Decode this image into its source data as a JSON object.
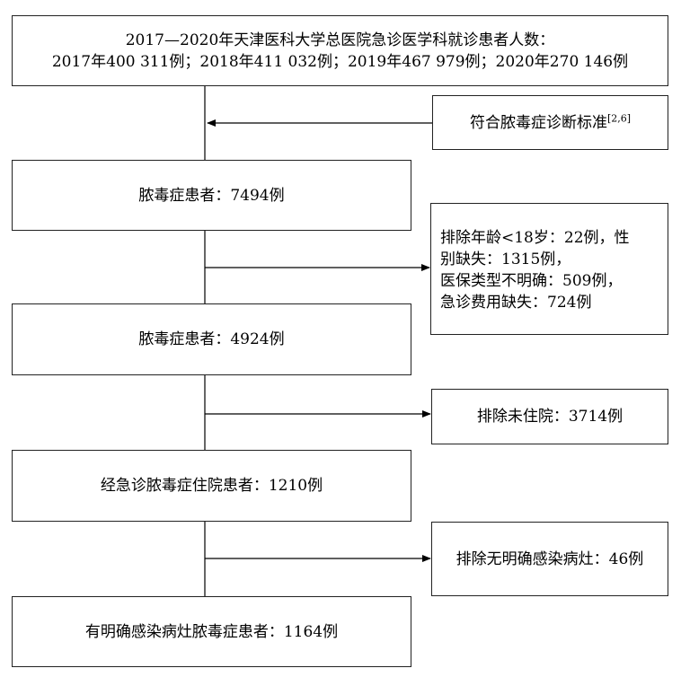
{
  "boxes": {
    "source": {
      "line1": "2017—2020年天津医科大学总医院急诊医学科就诊患者人数：",
      "line2": "2017年400 311例；2018年411 032例；2019年467 979例；2020年270 146例"
    },
    "criteria": {
      "text": "符合脓毒症诊断标准",
      "ref": "[2,6]"
    },
    "sepsis_7494": "脓毒症患者：7494例",
    "exclusion_1": {
      "lines": [
        "排除年龄<18岁：22例，性",
        "别缺失：1315例，",
        "医保类型不明确：509例，",
        "急诊费用缺失：724例"
      ]
    },
    "sepsis_4924": "脓毒症患者：4924例",
    "exclusion_2": "排除未住院：3714例",
    "hospitalized": "经急诊脓毒症住院患者：1210例",
    "exclusion_3": "排除无明确感染病灶：46例",
    "final": "有明确感染病灶脓毒症患者：1164例"
  }
}
